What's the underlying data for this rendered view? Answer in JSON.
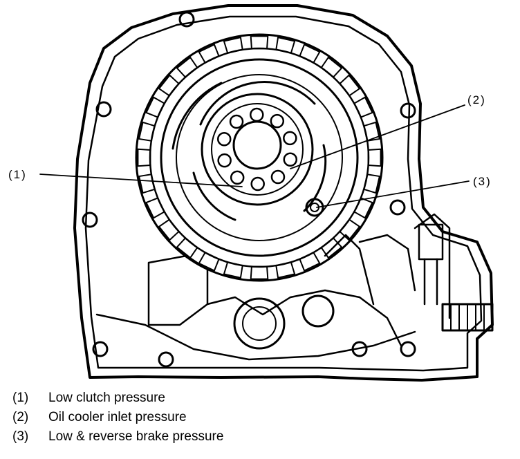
{
  "callouts": [
    {
      "id": "1",
      "label": "(1)"
    },
    {
      "id": "2",
      "label": "(2)"
    },
    {
      "id": "3",
      "label": "(3)"
    }
  ],
  "legend": [
    {
      "num": "(1)",
      "text": "Low clutch pressure"
    },
    {
      "num": "(2)",
      "text": "Oil cooler inlet pressure"
    },
    {
      "num": "(3)",
      "text": "Low & reverse brake pressure"
    }
  ]
}
